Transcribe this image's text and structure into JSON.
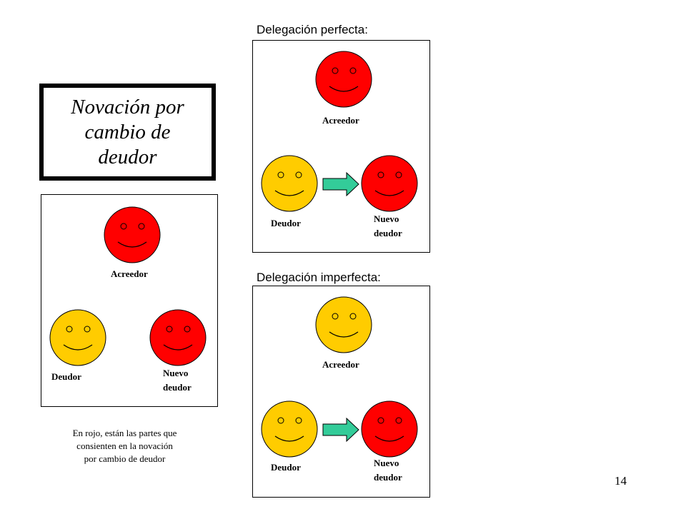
{
  "title": "Novación por\ncambio de\ndeudor",
  "colors": {
    "red_face": "#ff0000",
    "yellow_face": "#ffcc00",
    "arrow": "#33cc99",
    "outline": "#000000"
  },
  "panels": {
    "general": {
      "creditor": {
        "label": "Acreedor",
        "color": "red"
      },
      "debtor": {
        "label": "Deudor",
        "color": "yellow"
      },
      "new_debtor": {
        "label": "Nuevo\ndeudor",
        "color": "red"
      }
    },
    "perfect": {
      "heading": "Delegación perfecta:",
      "creditor": {
        "label": "Acreedor",
        "color": "red"
      },
      "debtor": {
        "label": "Deudor",
        "color": "yellow"
      },
      "new_debtor": {
        "label": "Nuevo\ndeudor",
        "color": "red"
      },
      "arrow": "right-arrow"
    },
    "imperfect": {
      "heading": "Delegación imperfecta:",
      "creditor": {
        "label": "Acreedor",
        "color": "yellow"
      },
      "debtor": {
        "label": "Deudor",
        "color": "yellow"
      },
      "new_debtor": {
        "label": "Nuevo\ndeudor",
        "color": "red"
      },
      "arrow": "right-arrow"
    }
  },
  "note": "En rojo, están las partes que\nconsienten en la novación\npor cambio de deudor",
  "page_number": "14"
}
